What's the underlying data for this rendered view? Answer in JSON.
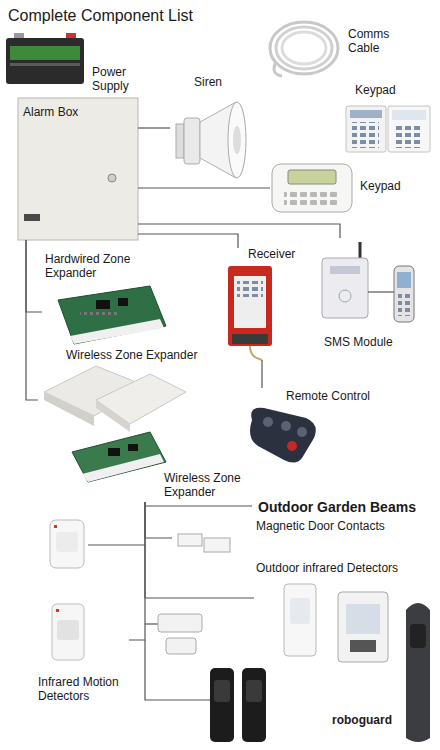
{
  "diagram": {
    "title": "Complete Component List",
    "nodes": [
      {
        "text": [
          "Power Supply"
        ]
      },
      {
        "text": [
          "Alarm Box"
        ]
      },
      {
        "text": [
          "Siren"
        ]
      },
      {
        "text": [
          "Comms Cable"
        ]
      },
      {
        "text": [
          "Keypad"
        ]
      },
      {
        "text": [
          "Keypad"
        ]
      },
      {
        "text": [
          "Hardwired Zone Expander"
        ]
      },
      {
        "text": [
          "Receiver"
        ]
      },
      {
        "text": [
          "SMS Module"
        ]
      },
      {
        "text": [
          "Wireless Zone Expander"
        ]
      },
      {
        "text": [
          "Remote Control"
        ]
      },
      {
        "text": [
          "Wireless Zone Expander"
        ]
      },
      {
        "text": [
          "Magnetic Door Contacts"
        ]
      },
      {
        "text": [
          "Outdoor infrared Detectors"
        ]
      },
      {
        "text": [
          "Infrared Motion Detectors"
        ]
      },
      {
        "text": [
          "roboguard"
        ]
      }
    ],
    "edges": [
      {
        "from": 1,
        "to": 2,
        "arrow": "none"
      },
      {
        "from": 1,
        "to": 5,
        "arrow": "none"
      },
      {
        "from": 1,
        "to": 7,
        "arrow": "none"
      },
      {
        "from": 1,
        "to": 8,
        "arrow": "none"
      },
      {
        "from": 7,
        "to": 10,
        "arrow": "none"
      },
      {
        "from": 1,
        "to": 6,
        "arrow": "none"
      },
      {
        "from": 1,
        "to": 9,
        "arrow": "none"
      },
      {
        "from": 11,
        "to": 12,
        "arrow": "none"
      },
      {
        "from": 11,
        "to": 13,
        "arrow": "none"
      },
      {
        "from": 11,
        "to": 14,
        "arrow": "none"
      }
    ],
    "labels": [
      "Outdoor Garden Beams"
    ]
  }
}
